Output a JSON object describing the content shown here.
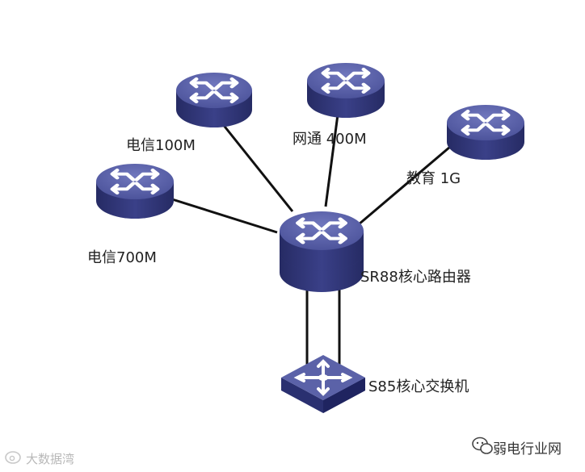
{
  "nodes": {
    "router_telecom_100": {
      "label": "电信100M",
      "type": "router"
    },
    "router_netcom_400": {
      "label": "网通 400M",
      "type": "router"
    },
    "router_edu_1g": {
      "label": "教育 1G",
      "type": "router"
    },
    "router_telecom_700": {
      "label": "电信700M",
      "type": "router"
    },
    "core_router": {
      "label": "SR88核心路由器",
      "type": "core-router"
    },
    "core_switch": {
      "label": "S85核心交换机",
      "type": "switch"
    }
  },
  "links": [
    [
      "router_telecom_100",
      "core_router"
    ],
    [
      "router_netcom_400",
      "core_router"
    ],
    [
      "router_edu_1g",
      "core_router"
    ],
    [
      "router_telecom_700",
      "core_router"
    ],
    [
      "core_router",
      "core_switch"
    ],
    [
      "core_router",
      "core_switch"
    ]
  ],
  "colors": {
    "device_top": "#5b62a8",
    "device_side": "#2e3474",
    "device_glyph": "#ffffff",
    "link": "#111111"
  },
  "watermark_right": {
    "icon": "wechat-icon",
    "text": "弱电行业网"
  },
  "watermark_left": {
    "icon": "weibo-icon",
    "text": "大数据湾"
  }
}
